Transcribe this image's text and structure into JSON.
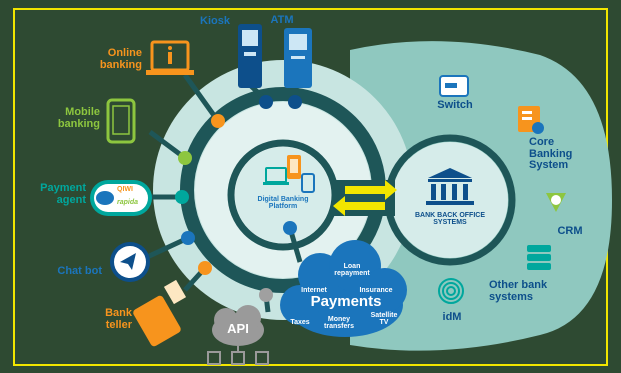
{
  "channels": {
    "kiosk": "Kiosk",
    "atm": "ATM",
    "online_banking": "Online\nbanking",
    "mobile_banking": "Mobile\nbanking",
    "payment_agent": "Payment\nagent",
    "payment_agent_logos": [
      "QIWI",
      "rapida"
    ],
    "chat_bot": "Chat bot",
    "bank_teller": "Bank\nteller",
    "api": "API"
  },
  "center": {
    "platform": "Digital Banking\nPlatform",
    "back_office": "BANK BACK OFFICE\nSYSTEMS"
  },
  "back_office_systems": {
    "switch": "Switch",
    "core_banking": "Core\nBanking\nSystem",
    "crm": "CRM",
    "other": "Other bank\nsystems",
    "idm": "idM"
  },
  "payments_cloud": {
    "title": "Payments",
    "items": [
      "Loan\nrepayment",
      "Internet",
      "Insurance",
      "Taxes",
      "Money\ntransfers",
      "Satellite\nTV"
    ]
  },
  "colors": {
    "background": "#2e4a32",
    "frame": "#f2e600",
    "ring": "#8fc8bf",
    "inner": "#d6ecea",
    "track": "#1e5658",
    "arrow": "#f2e600",
    "orange": "#f7941d",
    "green": "#8dc63f",
    "teal": "#00a79d",
    "blue": "#1b75bc",
    "navy": "#0d4f8b"
  }
}
